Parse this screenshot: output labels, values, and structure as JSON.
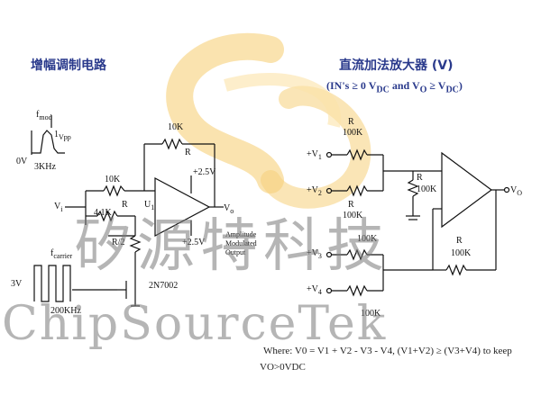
{
  "left": {
    "title": "增幅调制电路",
    "fmod": "f",
    "fmod_sub": "mod",
    "vpp": "1",
    "vpp_sub": "Vpp",
    "zero_v": "0V",
    "freq_3k": "3KHz",
    "r_10k_top": "10K",
    "r_10k_in": "10K",
    "r_4_1k": "4.1K",
    "r_r_main": "R",
    "r_r2": "R/2",
    "r_r_fb": "R",
    "vi": "V",
    "vi_sub": "i",
    "u1": "U",
    "u1_sub": "1",
    "vo": "V",
    "vo_sub": "o",
    "plus_25": "+2.5V",
    "plus_25_b": "+2.5V",
    "amp_mod_out_1": "Amplitude",
    "amp_mod_out_2": "Modulated",
    "amp_mod_out_3": "Output",
    "fcarrier": "f",
    "fcarrier_sub": "carrier",
    "three_v": "3V",
    "freq_200k": "200KHz",
    "transistor": "2N7002"
  },
  "right": {
    "title": "直流加法放大器 (V)",
    "subtitle": "(IN's ≥ 0 V",
    "subtitle_dc1": "DC",
    "subtitle_mid": " and V",
    "subtitle_o": "O",
    "subtitle_ge": " ≥ V",
    "subtitle_dc2": "DC",
    "subtitle_end": ")",
    "v1": "+V",
    "v1_sub": "1",
    "v2": "+V",
    "v2_sub": "2",
    "v3": "+V",
    "v3_sub": "3",
    "v4": "+V",
    "v4_sub": "4",
    "r_label": "R",
    "r_100k": "100K",
    "r_100k_mid": "100K",
    "vo": "V",
    "vo_sub": "O"
  },
  "watermark": {
    "cn": "矽源特科技",
    "en": "ChipSourceTek"
  },
  "footer": {
    "line1": "Where: V0 = V1 + V2 - V3 - V4, (V1+V2) ≥ (V3+V4) to keep",
    "line2": "VO>0VDC"
  },
  "colors": {
    "logo_orange": "#f4c15a",
    "title_blue": "#2a3a8c",
    "watermark_gray": "#8a8a8a"
  }
}
